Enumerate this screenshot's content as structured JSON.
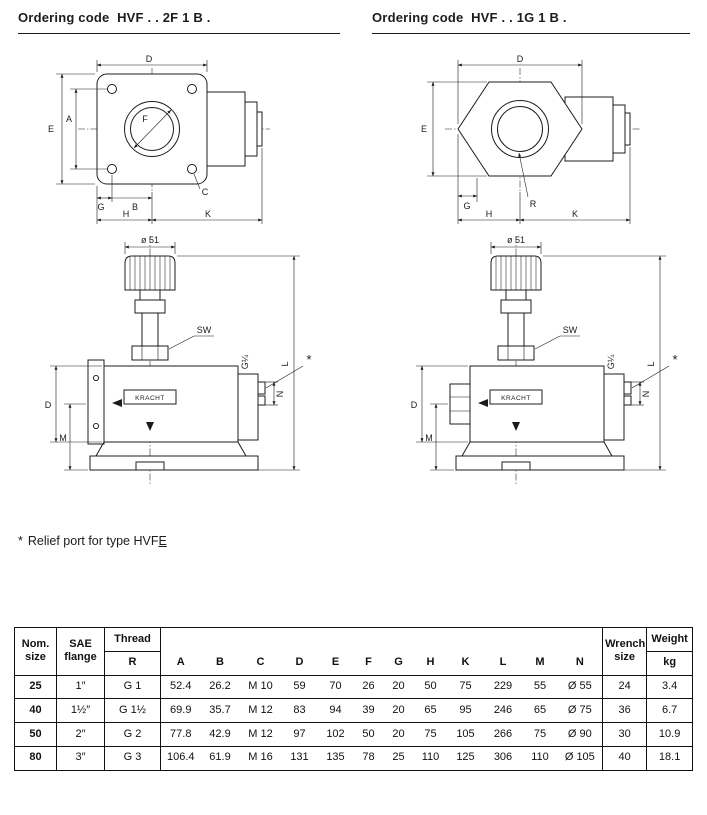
{
  "header": {
    "ordering_code_left": "Ordering code  HVF . . 2F 1 B .",
    "ordering_code_right": "Ordering code  HVF . . 1G 1 B ."
  },
  "dims": {
    "d": "D",
    "e": "E",
    "a": "A",
    "f": "F",
    "g": "G",
    "b": "B",
    "c": "C",
    "h": "H",
    "k": "K",
    "r": "R",
    "dia51": "ø 51",
    "sw": "SW",
    "l": "L",
    "m": "M",
    "n": "N",
    "g14": "G¼",
    "star": "*",
    "brand": "KRACHT"
  },
  "note": {
    "star": "*",
    "body": "Relief port for type HVF",
    "suffix": "E"
  },
  "table": {
    "header": {
      "nom_size": "Nom.\nsize",
      "sae_flange": "SAE\nflange",
      "thread": "Thread",
      "thread_sub": "R",
      "dim_cols": [
        "A",
        "B",
        "C",
        "D",
        "E",
        "F",
        "G",
        "H",
        "K",
        "L",
        "M",
        "N"
      ],
      "wrench_size": "Wrench\nsize",
      "weight": "Weight",
      "weight_unit": "kg"
    },
    "rows": [
      {
        "nom": "25",
        "sae": "1″",
        "thread": "G 1",
        "vals": [
          "52.4",
          "26.2",
          "M 10",
          "59",
          "70",
          "26",
          "20",
          "50",
          "75",
          "229",
          "55",
          "Ø 55"
        ],
        "wrench": "24",
        "weight": "3.4"
      },
      {
        "nom": "40",
        "sae": "1½″",
        "thread": "G 1½",
        "vals": [
          "69.9",
          "35.7",
          "M 12",
          "83",
          "94",
          "39",
          "20",
          "65",
          "95",
          "246",
          "65",
          "Ø 75"
        ],
        "wrench": "36",
        "weight": "6.7"
      },
      {
        "nom": "50",
        "sae": "2″",
        "thread": "G 2",
        "vals": [
          "77.8",
          "42.9",
          "M 12",
          "97",
          "102",
          "50",
          "20",
          "75",
          "105",
          "266",
          "75",
          "Ø 90"
        ],
        "wrench": "30",
        "weight": "10.9"
      },
      {
        "nom": "80",
        "sae": "3″",
        "thread": "G 3",
        "vals": [
          "106.4",
          "61.9",
          "M 16",
          "131",
          "135",
          "78",
          "25",
          "110",
          "125",
          "306",
          "110",
          "Ø 105"
        ],
        "wrench": "40",
        "weight": "18.1"
      }
    ]
  }
}
